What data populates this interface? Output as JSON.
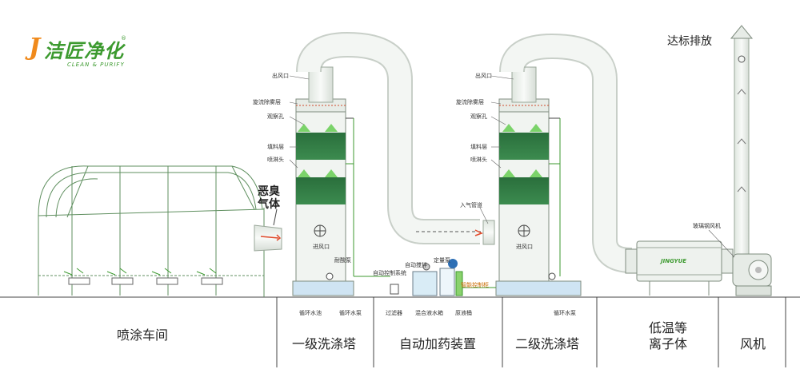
{
  "logo": {
    "brand": "洁匠净化",
    "brand_j": "J",
    "tagline": "CLEAN & PURIFY",
    "reg": "®"
  },
  "header": {
    "discharge": "达标排放"
  },
  "inlet": {
    "foul_gas_1": "恶臭",
    "foul_gas_2": "气体"
  },
  "tower1": {
    "outlet": "出风口",
    "demister": "旋流除雾层",
    "sight_hole": "观察孔",
    "packing": "填料层",
    "spray_head": "喷淋头",
    "inlet": "进风口",
    "acid_pump": "耐酸泵",
    "tank": "循环水池",
    "pump": "循环水泵"
  },
  "tower2": {
    "outlet": "出风口",
    "demister": "旋流除雾层",
    "sight_hole": "观察孔",
    "packing": "填料层",
    "spray_head": "喷淋头",
    "inlet": "进风口",
    "pump": "循环水泵",
    "air_duct": "入气管道"
  },
  "dosing": {
    "control_system": "自动控制系统",
    "mixer": "自动搅拌",
    "metering_pump": "定量泵",
    "panel": "智能控制柜",
    "filter": "过滤器",
    "mixing_tank": "混合液水箱",
    "raw_tank": "原液桶"
  },
  "plasma": {
    "brand": "JINGYUE"
  },
  "fan": {
    "label": "玻璃钢风机"
  },
  "sections": [
    {
      "label": "喷涂车间"
    },
    {
      "label": "一级洗涤塔"
    },
    {
      "label": "自动加药装置"
    },
    {
      "label": "二级洗涤塔"
    },
    {
      "label": "低温等\n离子体"
    },
    {
      "label": "风机"
    }
  ],
  "colors": {
    "pipe": "#eef2ee",
    "pipe_stroke": "#9aa79a",
    "packing": "#2f7a42",
    "spray": "#7bd36a",
    "water": "#cfe4f3",
    "accent": "#3c9a2f",
    "orange": "#f08a1c"
  }
}
